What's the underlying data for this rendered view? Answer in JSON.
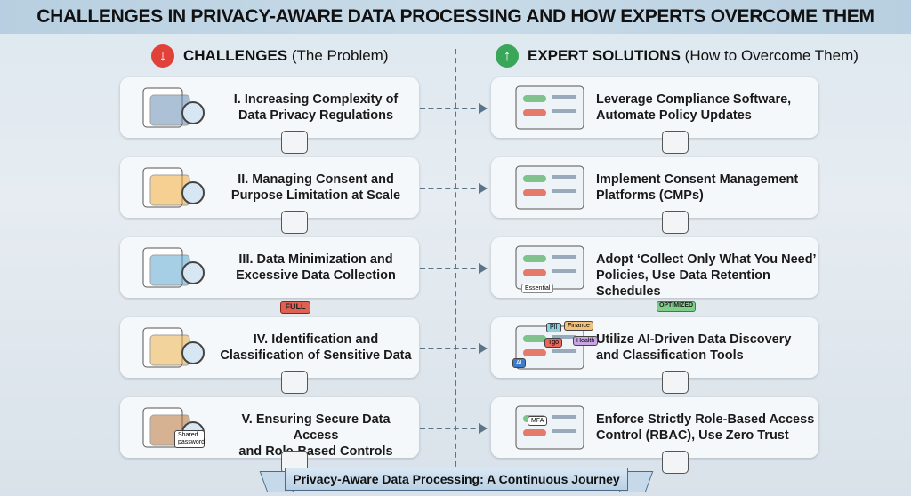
{
  "title": "CHALLENGES IN PRIVACY-AWARE DATA PROCESSING AND HOW EXPERTS OVERCOME THEM",
  "left_header": {
    "bold": "CHALLENGES",
    "rest": "(The Problem)",
    "icon": "red-down-arrow-icon",
    "color": "#e0423a"
  },
  "right_header": {
    "bold": "EXPERT SOLUTIONS",
    "rest": "(How to Overcome Them)",
    "icon": "green-up-arrow-icon",
    "color": "#3aa65a"
  },
  "rows": [
    {
      "challenge": [
        "I. Increasing Complexity of",
        "Data Privacy Regulations"
      ],
      "solution": [
        "Leverage Compliance Software,",
        "Automate Policy Updates"
      ],
      "challenge_icon": "legal-documents-magnifier-icon",
      "solution_icon": "person-tablet-checklist-icon",
      "badge_left": "speech-bubble-question-icon",
      "badge_right": "gear-check-icon"
    },
    {
      "challenge": [
        "II. Managing Consent and",
        "Purpose Limitation at Scale"
      ],
      "solution": [
        "Implement Consent Management",
        "Platforms (CMPs)"
      ],
      "challenge_icon": "confused-person-windows-icon",
      "solution_icon": "consent-toggles-screen-icon",
      "badge_left": "inbox-tray-icon",
      "badge_right": "database-icon"
    },
    {
      "challenge": [
        "III. Data Minimization and",
        "Excessive Data Collection"
      ],
      "solution": [
        "Adopt ‘Collect Only What You Need’",
        "Policies, Use Data Retention Schedules"
      ],
      "challenge_icon": "cloud-funnel-icon",
      "solution_icon": "funnel-icon",
      "badge_left": "FULL",
      "badge_right": "OPTIMIZED",
      "funnel_label": "Essential"
    },
    {
      "challenge": [
        "IV. Identification and",
        "Classification of Sensitive Data"
      ],
      "solution": [
        "Utilize AI-Driven Data Discovery",
        "and Classification Tools"
      ],
      "challenge_icon": "messy-folders-question-icon",
      "solution_icon": "robot-folder-tags-icon",
      "badge_left": "document-icon",
      "badge_right": "documents-icon",
      "robot_label": "AI",
      "tags": [
        "PII",
        "Finance",
        "Tgo",
        "Health"
      ]
    },
    {
      "challenge": [
        "V. Ensuring Secure Data Access",
        "and Role-Based Controls"
      ],
      "solution": [
        "Enforce Strictly Role-Based Access",
        "Control (RBAC), Use Zero Trust"
      ],
      "challenge_icon": "open-door-user-icon",
      "solution_icon": "lock-mfa-hierarchy-icon",
      "badge_left": "broken-shield-icon",
      "badge_right": "shield-lock-icon",
      "shared_label": "Shared password",
      "mfa_label": "MFA"
    }
  ],
  "banner": "Privacy-Aware Data Processing: A Continuous Journey"
}
